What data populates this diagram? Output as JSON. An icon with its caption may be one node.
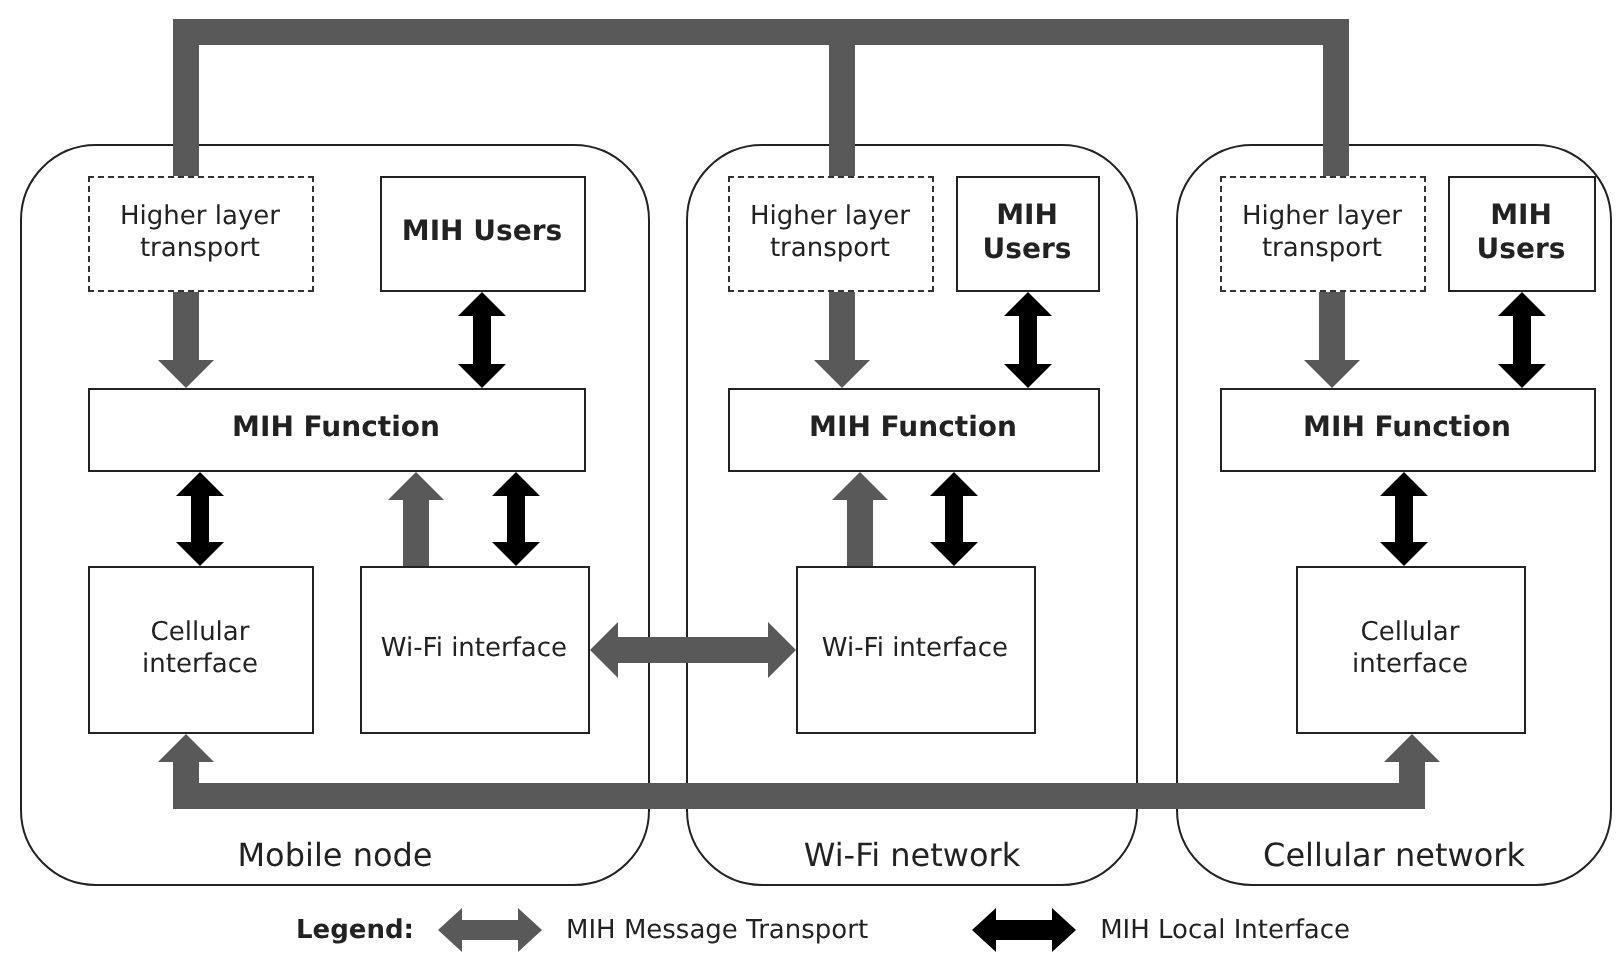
{
  "diagram": {
    "nodes": [
      {
        "text": [
          "Mobile node"
        ]
      },
      {
        "text": [
          "Wi-Fi network"
        ]
      },
      {
        "text": [
          "Cellular network"
        ]
      },
      {
        "text": [
          "Higher layer transport"
        ],
        "in": 0
      },
      {
        "text": [
          "MIH Users"
        ],
        "in": 0
      },
      {
        "text": [
          "MIH Function"
        ],
        "in": 0
      },
      {
        "text": [
          "Cellular interface"
        ],
        "in": 0
      },
      {
        "text": [
          "Wi-Fi interface"
        ],
        "in": 0
      },
      {
        "text": [
          "Higher layer transport"
        ],
        "in": 1
      },
      {
        "text": [
          "MIH Users"
        ],
        "in": 1
      },
      {
        "text": [
          "MIH Function"
        ],
        "in": 1
      },
      {
        "text": [
          "Wi-Fi interface"
        ],
        "in": 1
      },
      {
        "text": [
          "Higher layer transport"
        ],
        "in": 2
      },
      {
        "text": [
          "MIH Users"
        ],
        "in": 2
      },
      {
        "text": [
          "MIH Function"
        ],
        "in": 2
      },
      {
        "text": [
          "Cellular interface"
        ],
        "in": 2
      }
    ],
    "edges": [
      {
        "from": 3,
        "to": 5,
        "arrow": "to"
      },
      {
        "from": 4,
        "to": 5,
        "arrow": "both",
        "color": "#000000"
      },
      {
        "from": 5,
        "to": 6,
        "arrow": "both",
        "color": "#000000"
      },
      {
        "from": 7,
        "to": 5,
        "arrow": "to"
      },
      {
        "from": 7,
        "to": 5,
        "arrow": "both",
        "color": "#000000"
      },
      {
        "from": 8,
        "to": 10,
        "arrow": "to"
      },
      {
        "from": 9,
        "to": 10,
        "arrow": "both",
        "color": "#000000"
      },
      {
        "from": 11,
        "to": 10,
        "arrow": "to"
      },
      {
        "from": 11,
        "to": 10,
        "arrow": "both",
        "color": "#000000"
      },
      {
        "from": 12,
        "to": 14,
        "arrow": "to"
      },
      {
        "from": 13,
        "to": 14,
        "arrow": "both",
        "color": "#000000"
      },
      {
        "from": 14,
        "to": 15,
        "arrow": "both",
        "color": "#000000"
      },
      {
        "from": 7,
        "to": 11,
        "arrow": "both"
      },
      {
        "from": 3,
        "to": 8,
        "arrow": "none"
      },
      {
        "from": 8,
        "to": 12,
        "arrow": "none"
      },
      {
        "from": 6,
        "to": 15,
        "arrow": "both"
      }
    ],
    "labels": [
      "Legend:"
    ],
    "legend": [
      {
        "text": "MIH Message Transport"
      },
      {
        "text": "MIH Local Interface"
      }
    ]
  }
}
